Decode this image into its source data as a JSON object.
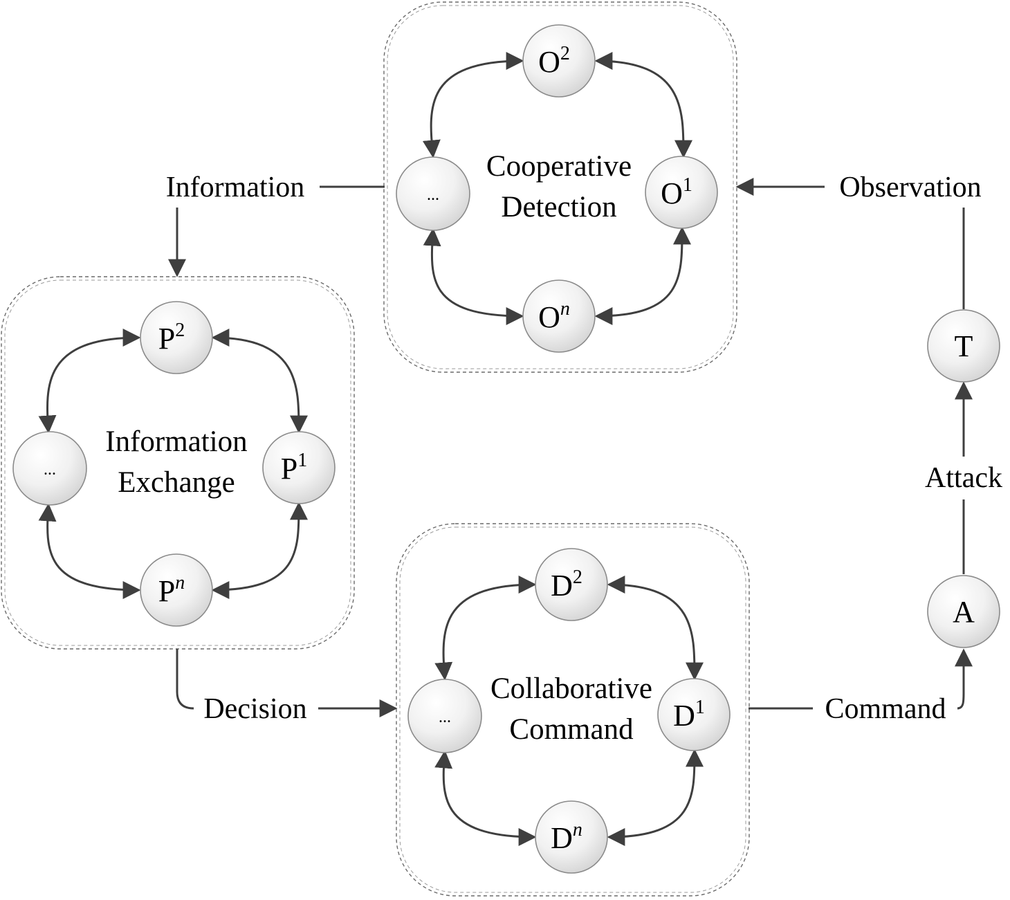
{
  "groups": {
    "detection": {
      "title_line1": "Cooperative",
      "title_line2": "Detection",
      "node_top": {
        "base": "O",
        "sup": "2"
      },
      "node_right": {
        "base": "O",
        "sup": "1"
      },
      "node_bottom": {
        "base": "O",
        "sup": "n"
      },
      "node_left": "..."
    },
    "exchange": {
      "title_line1": "Information",
      "title_line2": "Exchange",
      "node_top": {
        "base": "P",
        "sup": "2"
      },
      "node_right": {
        "base": "P",
        "sup": "1"
      },
      "node_bottom": {
        "base": "P",
        "sup": "n"
      },
      "node_left": "..."
    },
    "command": {
      "title_line1": "Collaborative",
      "title_line2": "Command",
      "node_top": {
        "base": "D",
        "sup": "2"
      },
      "node_right": {
        "base": "D",
        "sup": "1"
      },
      "node_bottom": {
        "base": "D",
        "sup": "n"
      },
      "node_left": "..."
    }
  },
  "labels": {
    "information": "Information",
    "observation": "Observation",
    "decision": "Decision",
    "command": "Command",
    "attack": "Attack"
  },
  "nodes": {
    "target": "T",
    "attacker": "A"
  },
  "colors": {
    "line": "#3f3f3f",
    "node_fill_light": "#ffffff",
    "node_fill_dark": "#d2d2d2",
    "frame": "#6a6a6a"
  }
}
